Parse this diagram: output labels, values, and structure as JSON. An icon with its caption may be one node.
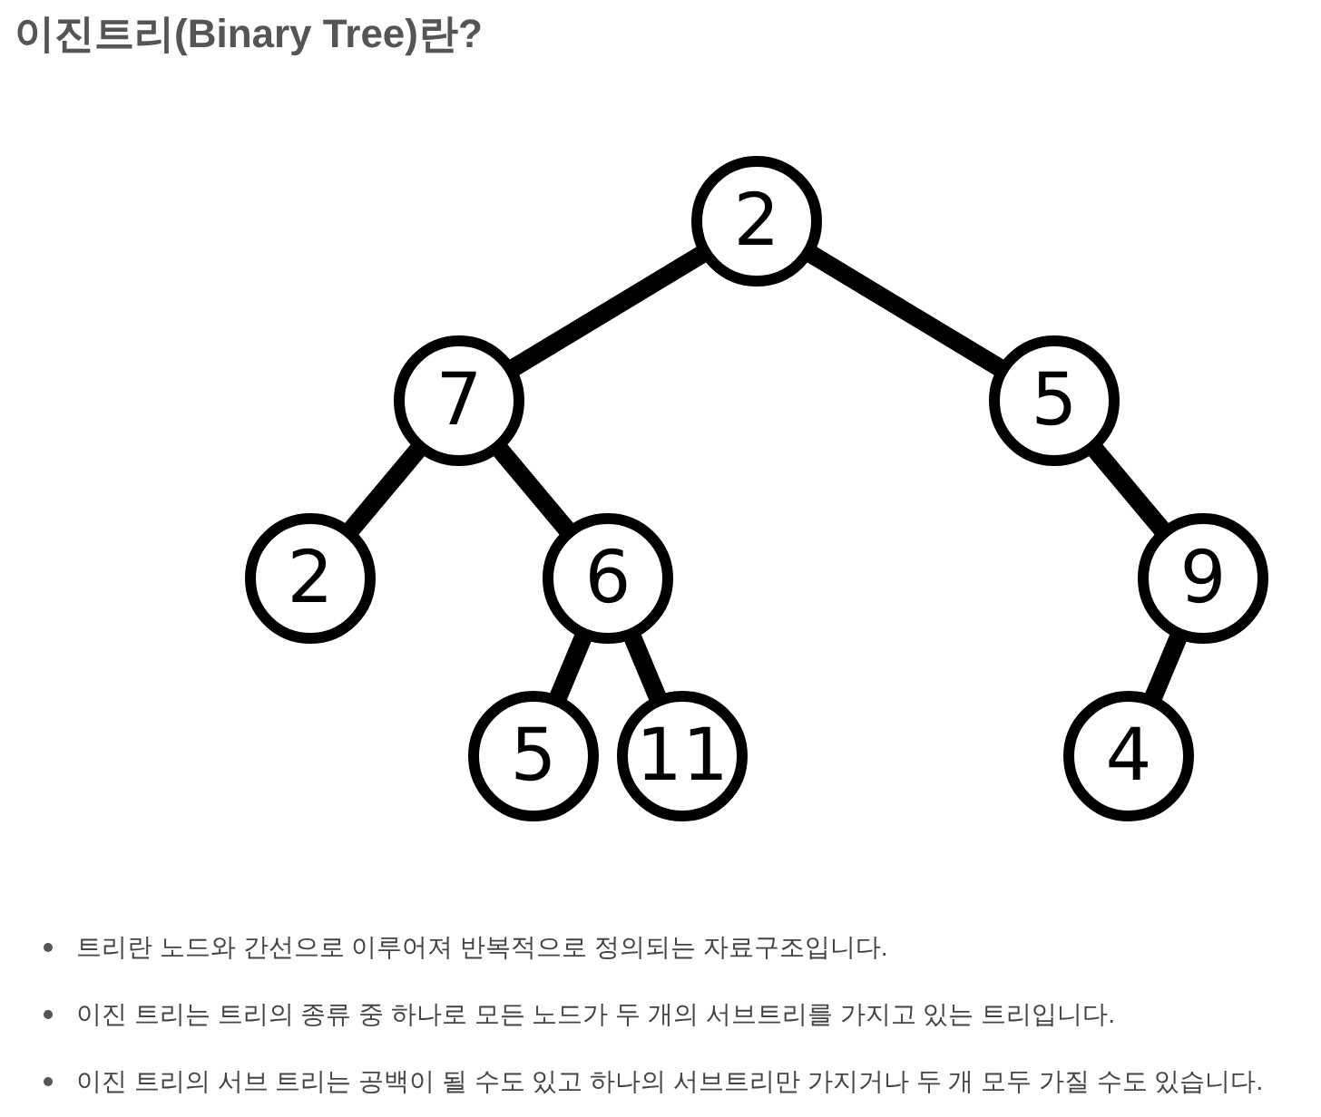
{
  "diagram": {
    "title": "이진트리(Binary Tree)란?",
    "nodes": [
      {
        "text": [
          "2"
        ]
      },
      {
        "text": [
          "7"
        ]
      },
      {
        "text": [
          "5"
        ]
      },
      {
        "text": [
          "2"
        ]
      },
      {
        "text": [
          "6"
        ]
      },
      {
        "text": [
          "9"
        ]
      },
      {
        "text": [
          "5"
        ]
      },
      {
        "text": [
          "11"
        ]
      },
      {
        "text": [
          "4"
        ]
      }
    ],
    "edges": [
      {
        "from": 0,
        "to": 1,
        "arrow": "none"
      },
      {
        "from": 0,
        "to": 2,
        "arrow": "none"
      },
      {
        "from": 1,
        "to": 3,
        "arrow": "none"
      },
      {
        "from": 1,
        "to": 4,
        "arrow": "none"
      },
      {
        "from": 2,
        "to": 5,
        "arrow": "none"
      },
      {
        "from": 4,
        "to": 6,
        "arrow": "none"
      },
      {
        "from": 4,
        "to": 7,
        "arrow": "none"
      },
      {
        "from": 5,
        "to": 8,
        "arrow": "none"
      }
    ],
    "labels": [
      "트리란 노드와 간선으로 이루어져 반복적으로 정의되는 자료구조입니다.",
      "이진 트리는 트리의 종류 중 하나로 모든 노드가 두 개의 서브트리를 가지고 있는 트리입니다.",
      "이진 트리의 서브 트리는 공백이 될 수도 있고 하나의 서브트리만 가지거나 두 개 모두 가질 수도 있습니다."
    ]
  }
}
